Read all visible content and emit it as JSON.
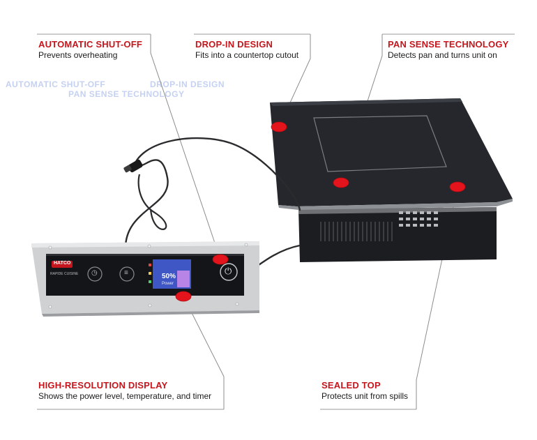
{
  "callouts": {
    "auto_shutoff": {
      "title": "AUTOMATIC SHUT-OFF",
      "desc": "Prevents overheating"
    },
    "drop_in": {
      "title": "DROP-IN DESIGN",
      "desc": "Fits into a countertop cutout"
    },
    "pan_sense": {
      "title": "PAN SENSE TECHNOLOGY",
      "desc": "Detects pan and turns unit on"
    },
    "display": {
      "title": "HIGH-RESOLUTION DISPLAY",
      "desc": "Shows the power level, temperature, and timer"
    },
    "sealed_top": {
      "title": "SEALED TOP",
      "desc": "Protects unit from spills"
    }
  },
  "panel": {
    "brand": "HATCO",
    "series": "RAPIDE CUISINE",
    "power_readout": "50%",
    "power_caption": "Power"
  },
  "colors": {
    "accent": "#c4161c",
    "marker": "#e3141b",
    "cooktop_glass": "#24262b",
    "panel_steel": "#c9cbcd",
    "display_blue": "#3f57c4"
  }
}
